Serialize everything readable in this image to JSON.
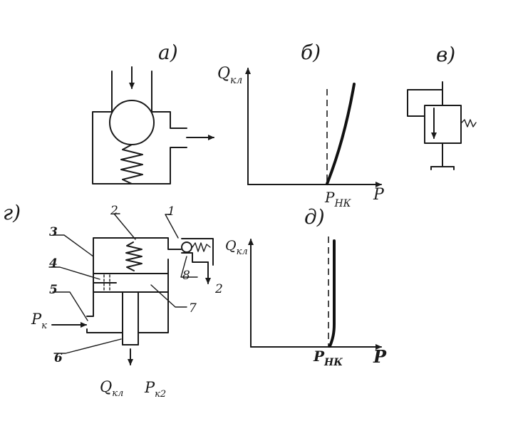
{
  "panels": {
    "a": {
      "label": "а)"
    },
    "b": {
      "label": "б)",
      "y_axis_label": "Q",
      "y_axis_sub": "кл",
      "x_axis_label": "P",
      "x_marker_label": "P",
      "x_marker_sub": "НК"
    },
    "v": {
      "label": "в)"
    },
    "g": {
      "label": "г)",
      "callouts": [
        "1",
        "2",
        "3",
        "4",
        "5",
        "6",
        "7",
        "8",
        "2"
      ],
      "inlet_label": "P",
      "inlet_sub": "к",
      "outlet_q_label": "Q",
      "outlet_q_sub": "кл",
      "outlet_p_label": "P",
      "outlet_p_sub": "к2"
    },
    "d": {
      "label": "д)",
      "y_axis_label": "Q",
      "y_axis_sub": "кл",
      "x_axis_label": "P",
      "x_marker_label": "P",
      "x_marker_sub": "НК"
    }
  },
  "colors": {
    "ink": "#1a1a1a",
    "paper": "#ffffff"
  }
}
